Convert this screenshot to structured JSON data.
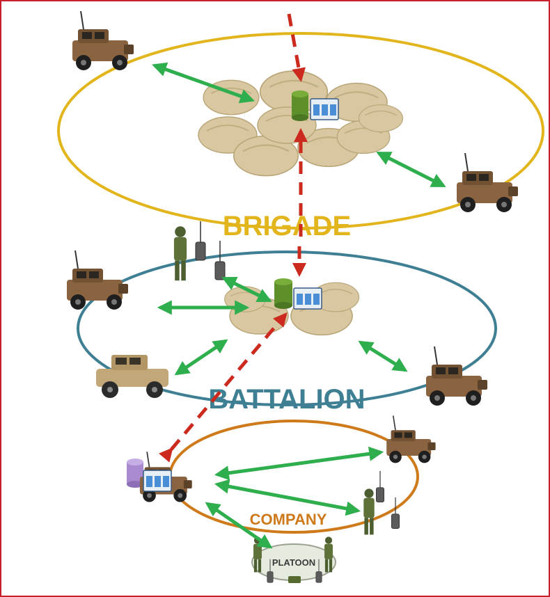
{
  "tiers": {
    "brigade": {
      "label": "BRIGADE",
      "color": "#e2b51c"
    },
    "battalion": {
      "label": "BATTALION",
      "color": "#3f7f93"
    },
    "company": {
      "label": "COMPANY",
      "color": "#cf7a1a"
    },
    "platoon": {
      "label": "PLATOON",
      "color": "#3a3a3a"
    }
  },
  "colors": {
    "border": "#c8202a",
    "link_arrow": "#2fae4e",
    "uplink_arrow": "#cc2a1e",
    "tent": "#d8c7a0",
    "vehicle": "#7a5a3a",
    "humvee": "#c2a878",
    "database_green": "#5d8f2a",
    "database_purple": "#a98ad0",
    "screen": "#4a8fd6"
  },
  "icons": [
    "military-vehicle-icon",
    "command-tent-icon",
    "database-icon",
    "server-rack-icon",
    "soldier-icon",
    "radio-icon"
  ]
}
